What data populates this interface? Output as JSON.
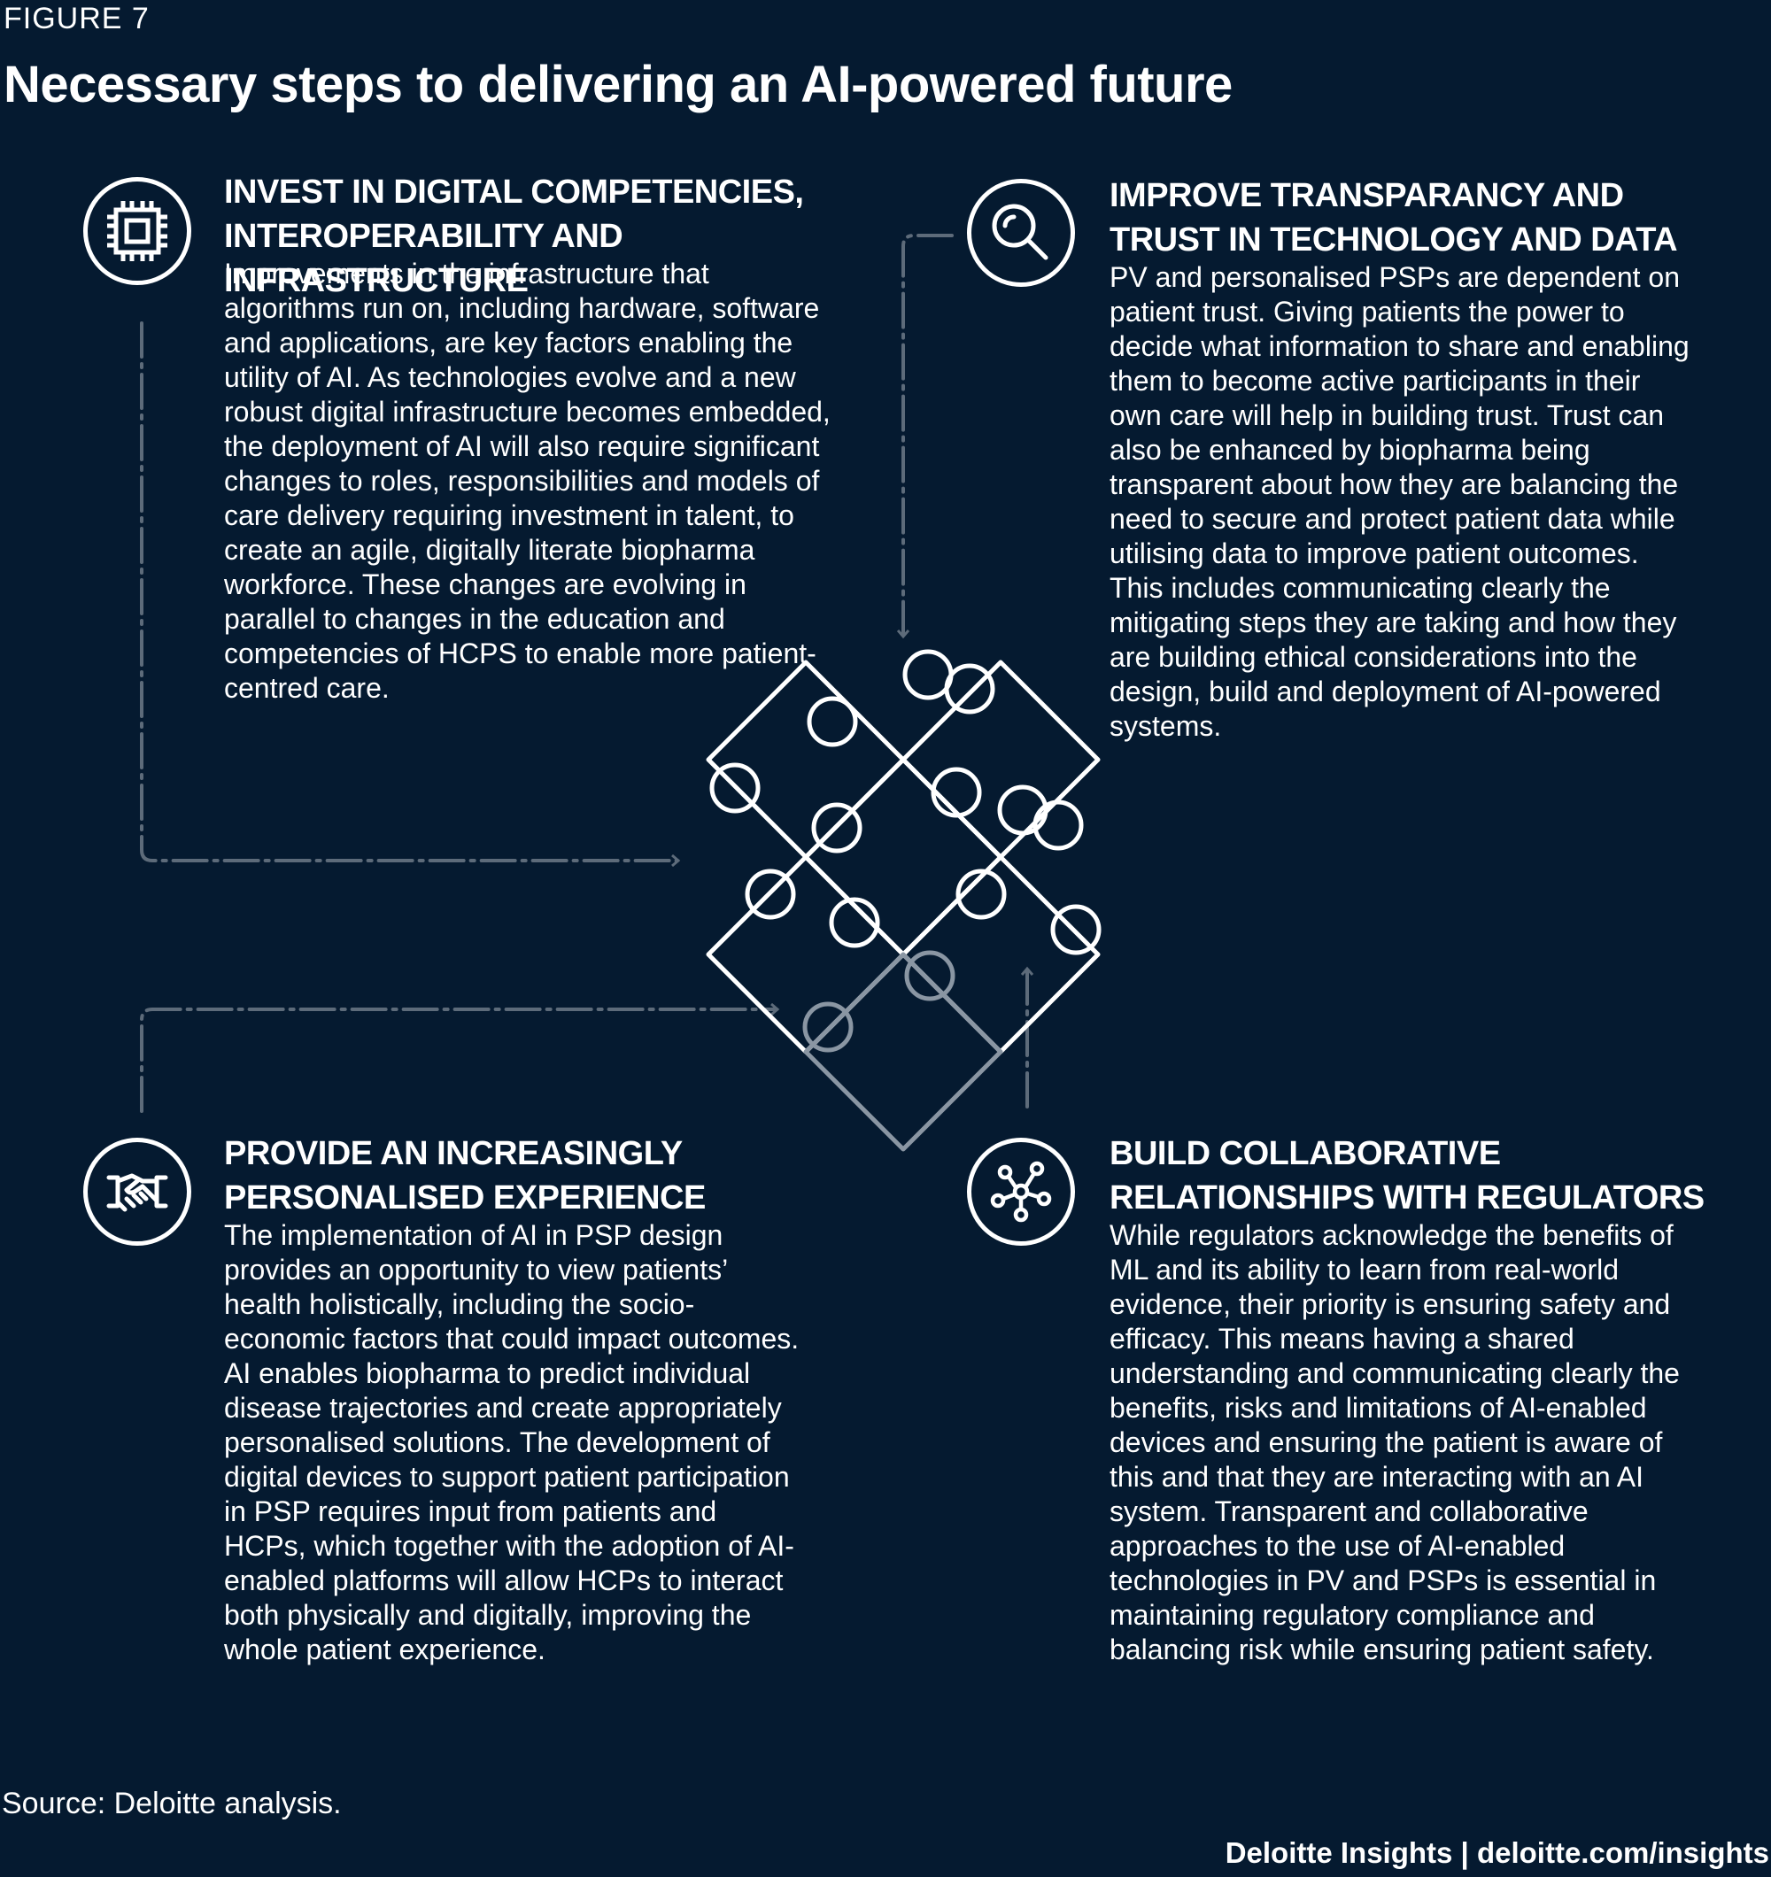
{
  "figure_label": "FIGURE 7",
  "title": "Necessary steps to delivering an AI-powered future",
  "sections": [
    {
      "heading": "INVEST IN DIGITAL COMPETENCIES, INTEROPERABILITY AND INFRASTRUCTURE",
      "icon": "microchip-icon",
      "body": "Improvements in the infrastructure that algorithms run on, including hardware, software and applications, are key factors enabling the utility of AI. As technologies evolve and a new robust digital infrastructure becomes embedded, the deployment of AI will also require significant changes to roles, responsibilities and models of care delivery requiring investment in talent, to create an agile, digitally literate biopharma workforce. These changes are evolving in parallel to changes in the education and competencies of HCPS to enable more patient-centred care."
    },
    {
      "heading": "IMPROVE TRANSPARANCY AND TRUST IN TECHNOLOGY AND DATA",
      "icon": "magnifier-icon",
      "body": "PV and personalised PSPs are dependent on patient trust. Giving patients the power to decide what information to share and enabling them to become active participants in their own care will help in building trust. Trust can also be enhanced by biopharma being transparent about how they are balancing the need to secure and protect patient data while utilising data to improve patient outcomes. This includes communicating clearly the mitigating steps they are taking and how they are building ethical considerations into the design, build and deployment of AI-powered systems."
    },
    {
      "heading": "PROVIDE AN INCREASINGLY PERSONALISED EXPERIENCE",
      "icon": "handshake-icon",
      "body": "The implementation of AI in PSP design provides an opportunity to view patients’ health holistically, including the socio-economic factors that could impact outcomes. AI enables biopharma to predict individual disease trajectories and create appropriately personalised solutions. The development of digital devices to support patient participation in PSP requires input from patients and HCPs, which together with the adoption of AI-enabled platforms will allow HCPs to interact both physically and digitally, improving the whole patient experience."
    },
    {
      "heading": "BUILD COLLABORATIVE RELATIONSHIPS WITH REGULATORS",
      "icon": "network-nodes-icon",
      "body": "While regulators acknowledge the benefits of ML and its ability to learn from real-world evidence, their priority is ensuring safety and efficacy. This means having a shared understanding and communicating clearly the benefits, risks and limitations of AI-enabled devices and ensuring the patient is aware of this and that they are interacting with an AI system. Transparent and collaborative approaches to the use of AI-enabled technologies in PV and PSPs is essential in maintaining regulatory compliance and balancing risk while ensuring patient safety."
    }
  ],
  "center_graphic": "puzzle-pieces-icon",
  "source": "Source: Deloitte analysis.",
  "credit": "Deloitte Insights | deloitte.com/insights",
  "colors": {
    "background": "#051a30",
    "text": "#ffffff",
    "connector": "#5d6b7a",
    "puzzle_dim": "#8a96a3"
  }
}
